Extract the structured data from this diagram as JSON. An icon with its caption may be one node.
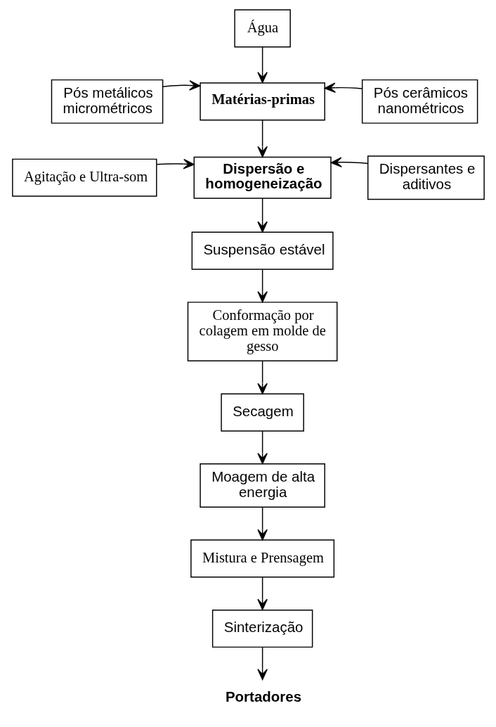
{
  "diagram": {
    "nodes": [
      {
        "text": [
          "Água"
        ]
      },
      {
        "text": [
          "Pós metálicos micrométricos"
        ]
      },
      {
        "text": [
          "Matérias-primas"
        ]
      },
      {
        "text": [
          "Pós cerâmicos nanométricos"
        ]
      },
      {
        "text": [
          "Agitação e Ultra-som"
        ]
      },
      {
        "text": [
          "Dispersão e homogeneização"
        ]
      },
      {
        "text": [
          "Dispersantes e aditivos"
        ]
      },
      {
        "text": [
          "Suspensão estável"
        ]
      },
      {
        "text": [
          "Conformação por colagem em molde de gesso"
        ]
      },
      {
        "text": [
          "Secagem"
        ]
      },
      {
        "text": [
          "Moagem de alta energia"
        ]
      },
      {
        "text": [
          "Mistura e Prensagem"
        ]
      },
      {
        "text": [
          "Sinterização"
        ]
      },
      {
        "text": [
          "Portadores"
        ]
      }
    ],
    "edges": [
      {
        "from": 0,
        "to": 2,
        "arrow": "to"
      },
      {
        "from": 1,
        "to": 2,
        "arrow": "to"
      },
      {
        "from": 3,
        "to": 2,
        "arrow": "to"
      },
      {
        "from": 2,
        "to": 5,
        "arrow": "to"
      },
      {
        "from": 4,
        "to": 5,
        "arrow": "to"
      },
      {
        "from": 6,
        "to": 5,
        "arrow": "to"
      },
      {
        "from": 5,
        "to": 7,
        "arrow": "to"
      },
      {
        "from": 7,
        "to": 8,
        "arrow": "to"
      },
      {
        "from": 8,
        "to": 9,
        "arrow": "to"
      },
      {
        "from": 9,
        "to": 10,
        "arrow": "to"
      },
      {
        "from": 10,
        "to": 11,
        "arrow": "to"
      },
      {
        "from": 11,
        "to": 12,
        "arrow": "to"
      },
      {
        "from": 12,
        "to": 13,
        "arrow": "to"
      }
    ]
  }
}
